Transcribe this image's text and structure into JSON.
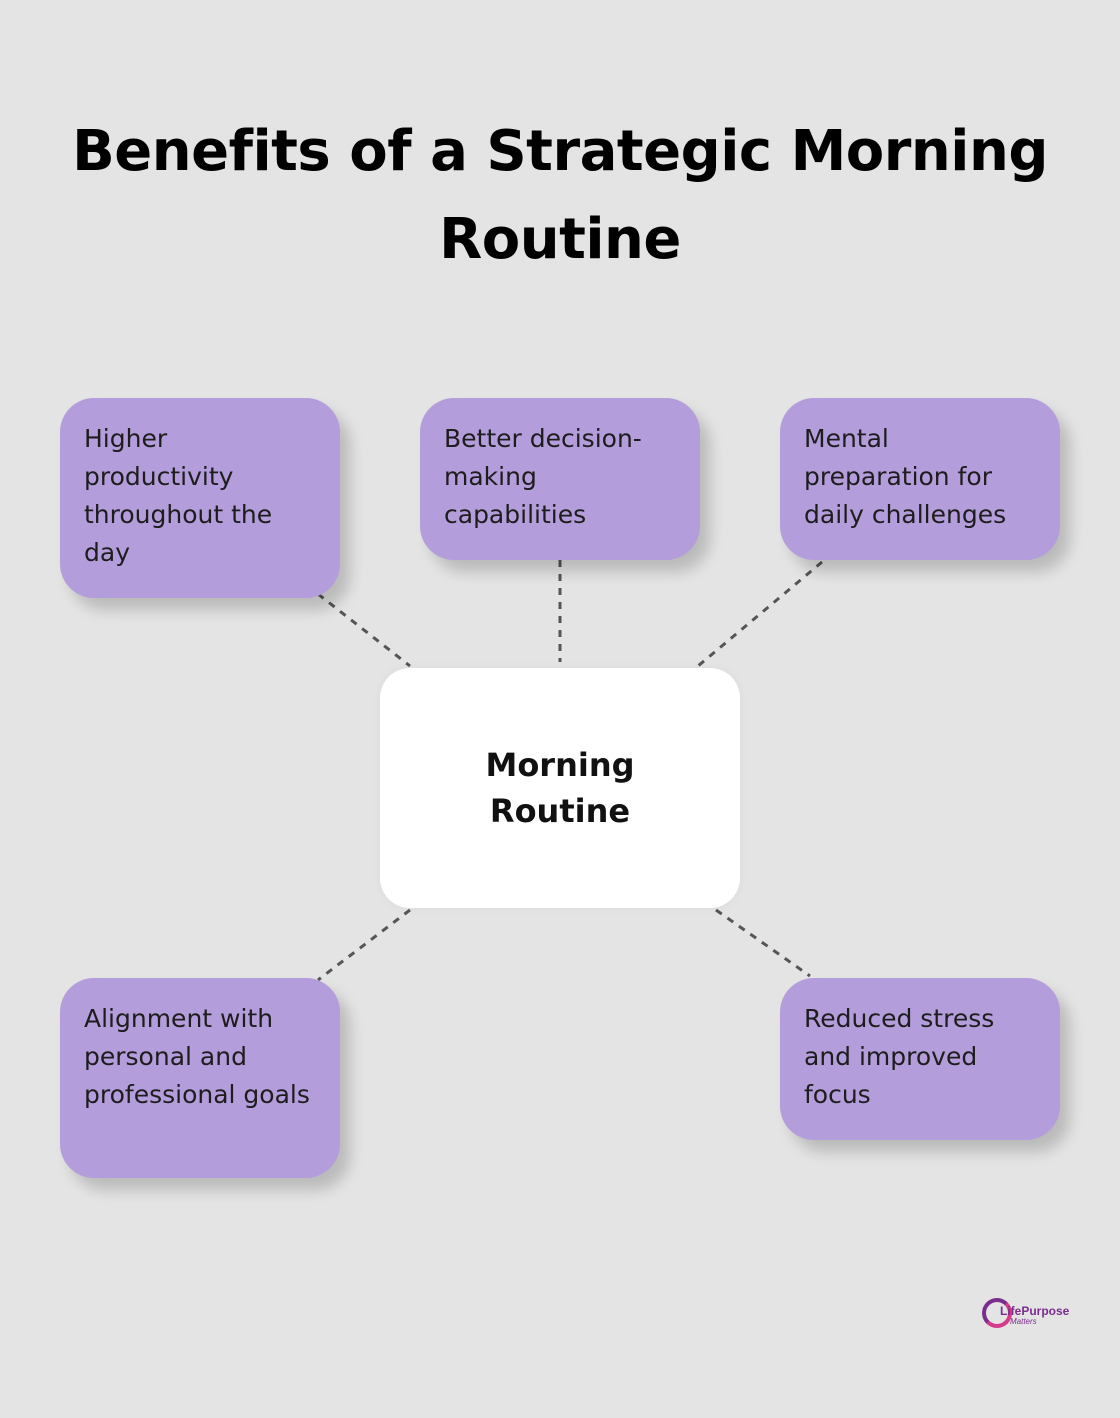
{
  "title": "Benefits of a Strategic Morning Routine",
  "center": {
    "label": "Morning Routine"
  },
  "branches": [
    {
      "label": "Higher productivity throughout the day"
    },
    {
      "label": "Better decision-making capabilities"
    },
    {
      "label": "Mental preparation for daily challenges"
    },
    {
      "label": "Alignment with personal and professional goals"
    },
    {
      "label": "Reduced stress and improved focus"
    }
  ],
  "colors": {
    "background": "#e3e4e3",
    "branch_fill": "#b39ddb",
    "center_fill": "#ffffff",
    "connector": "#555555",
    "logo": "#7b2d8e"
  },
  "logo": {
    "text": "LifePurpose",
    "sub": "Matters"
  }
}
